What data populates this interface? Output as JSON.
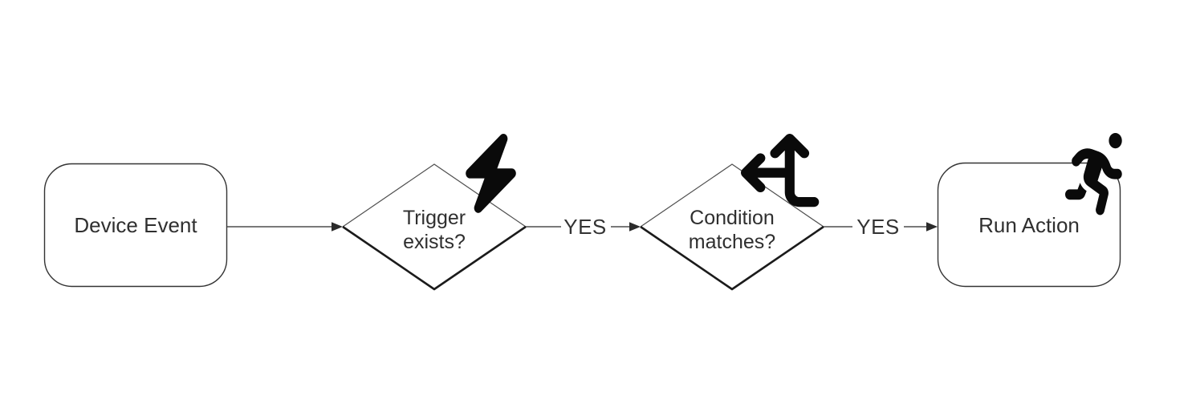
{
  "diagram": {
    "type": "flowchart",
    "direction": "left-to-right",
    "colors": {
      "background": "#ffffff",
      "shape_stroke": "#333333",
      "diamond_top_stroke": "#4f4f4f",
      "diamond_bottom_stroke": "#1b1b1b",
      "connector": "#4d4d4d",
      "arrowhead": "#2b2b2b",
      "text": "#2f2f2f",
      "icon": "#0a0a0a"
    },
    "nodes": [
      {
        "id": "device-event",
        "shape": "rounded-rectangle",
        "label": "Device Event",
        "icon": null
      },
      {
        "id": "trigger-exists",
        "shape": "diamond",
        "label": "Trigger exists?",
        "line1": "Trigger",
        "line2": "exists?",
        "icon": "lightning-bolt-icon"
      },
      {
        "id": "condition-matches",
        "shape": "diamond",
        "label": "Condition matches?",
        "line1": "Condition",
        "line2": "matches?",
        "icon": "split-arrows-icon"
      },
      {
        "id": "run-action",
        "shape": "rounded-rectangle",
        "label": "Run Action",
        "icon": "person-running-icon"
      }
    ],
    "edges": [
      {
        "from": "device-event",
        "to": "trigger-exists",
        "label": ""
      },
      {
        "from": "trigger-exists",
        "to": "condition-matches",
        "label": "YES"
      },
      {
        "from": "condition-matches",
        "to": "run-action",
        "label": "YES"
      }
    ]
  }
}
